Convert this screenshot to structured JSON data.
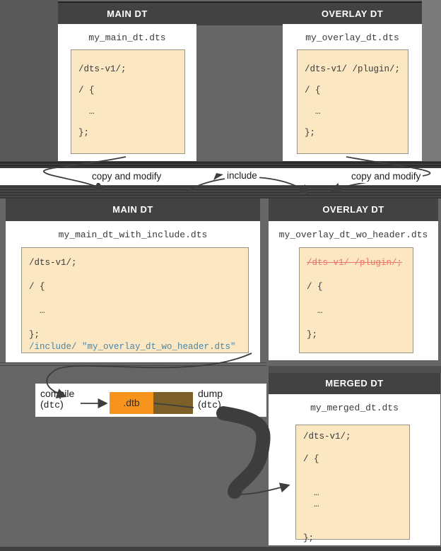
{
  "top_main": {
    "header": "MAIN DT",
    "filename": "my_main_dt.dts",
    "l1": "/dts-v1/;",
    "l2": "/ {",
    "l3": "  …",
    "l4": "};"
  },
  "top_overlay": {
    "header": "OVERLAY DT",
    "filename": "my_overlay_dt.dts",
    "l1": "/dts-v1/ /plugin/;",
    "l2": "/ {",
    "l3": "  …",
    "l4": "};"
  },
  "mid_main": {
    "header": "MAIN DT",
    "filename": "my_main_dt_with_include.dts",
    "l1": "/dts-v1/;",
    "l2": "/ {",
    "l3": "  …",
    "l4": "};",
    "l5": "/include/ \"my_overlay_dt_wo_header.dts\""
  },
  "mid_overlay": {
    "header": "OVERLAY DT",
    "filename": "my_overlay_dt_wo_header.dts",
    "l1": "/dts-v1/ /plugin/;",
    "l2": "/ {",
    "l3": "  …",
    "l4": "};"
  },
  "merged": {
    "header": "MERGED DT",
    "filename": "my_merged_dt.dts",
    "l1": "/dts-v1/;",
    "l2": "/ {",
    "l3": "  …",
    "l4": "  …",
    "l5": "};"
  },
  "labels": {
    "copy_left": "copy and modify",
    "include": "include",
    "copy_right": "copy and modify",
    "compile": "compile",
    "dump": "dump",
    "dtc_open": "(",
    "dtc": "dtc",
    "dtc_close": ")",
    "dtb": ".dtb"
  },
  "colors": {
    "header_bg": "#424242",
    "page_bg": "#666666",
    "code_bg": "#fbe7c2",
    "include_blue": "#4a86a8",
    "strike_red": "#e9746a",
    "dtb_orange": "#f7941e",
    "dump_brown": "#7d6029",
    "arrow": "#3d3d3d"
  }
}
